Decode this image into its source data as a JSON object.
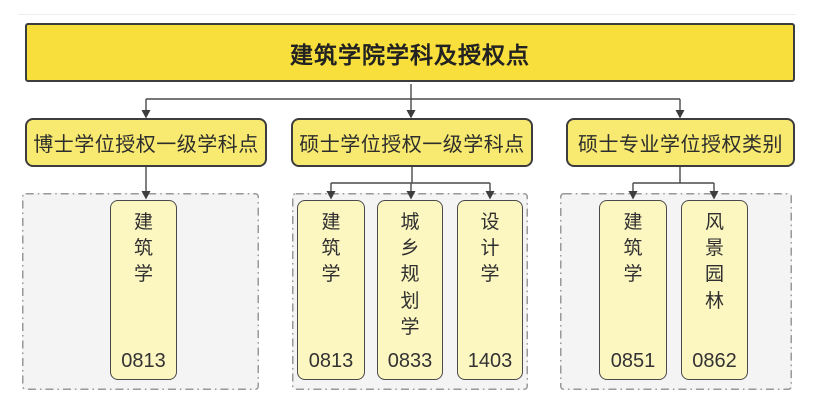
{
  "diagram": {
    "title": "建筑学院学科及授权点",
    "branches": [
      {
        "label": "博士学位授权一级学科点",
        "items": [
          {
            "name": "建筑学",
            "code": "0813"
          }
        ]
      },
      {
        "label": "硕士学位授权一级学科点",
        "items": [
          {
            "name": "建筑学",
            "code": "0813"
          },
          {
            "name": "城乡规划学",
            "code": "0833"
          },
          {
            "name": "设计学",
            "code": "1403"
          }
        ]
      },
      {
        "label": "硕士专业学位授权类别",
        "items": [
          {
            "name": "建筑学",
            "code": "0851"
          },
          {
            "name": "风景园林",
            "code": "0862"
          }
        ]
      }
    ],
    "colors": {
      "header_fill": "#F9DF3B",
      "branch_fill": "#F8EA70",
      "leaf_fill": "#FCF6C0",
      "container_fill": "#F4F4F4",
      "container_border": "#999999",
      "box_border": "#3D3D3D",
      "line": "#4A4A4A"
    }
  }
}
